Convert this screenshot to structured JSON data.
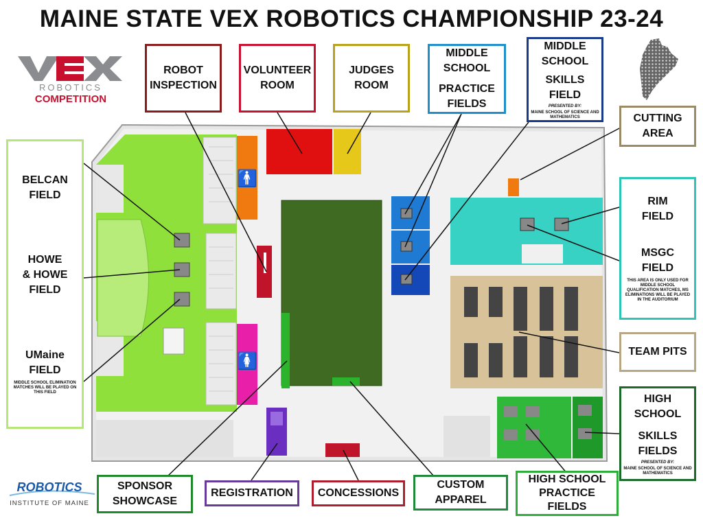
{
  "title": "MAINE STATE VEX ROBOTICS CHAMPIONSHIP 23-24",
  "logos": {
    "vex": {
      "wordmark": "VEX",
      "line1": "ROBOTICS",
      "line2": "COMPETITION"
    },
    "rim": {
      "line1": "ROBOTICS",
      "line2": "INSTITUTE OF MAINE"
    }
  },
  "labels": {
    "robot_inspection": [
      "ROBOT",
      "INSPECTION"
    ],
    "volunteer_room": [
      "VOLUNTEER",
      "ROOM"
    ],
    "judges_room": [
      "JUDGES",
      "ROOM"
    ],
    "ms_practice": [
      "MIDDLE",
      "SCHOOL",
      "PRACTICE",
      "FIELDS"
    ],
    "ms_skills": [
      "MIDDLE",
      "SCHOOL",
      "SKILLS",
      "FIELD"
    ],
    "ms_skills_presented": "PRESENTED BY:",
    "ms_skills_sponsor": "MAINE SCHOOL OF SCIENCE AND MATHEMATICS",
    "cutting_area": [
      "CUTTING",
      "AREA"
    ],
    "belcan": [
      "BELCAN",
      "FIELD"
    ],
    "howe": [
      "HOWE",
      "& HOWE",
      "FIELD"
    ],
    "umaine": [
      "UMaine",
      "FIELD"
    ],
    "umaine_note": "MIDDLE SCHOOL ELIMINATION MATCHES WILL BE PLAYED ON THIS FIELD",
    "rim_field": [
      "RIM",
      "FIELD"
    ],
    "msgc_field": [
      "MSGC",
      "FIELD"
    ],
    "msgc_note": "THIS AREA IS ONLY USED FOR MIDDLE SCHOOL QUALIFICATION MATCHES, MS ELIMINATIONS WILL BE PLAYED IN THE AUDITORIUM",
    "team_pits": "TEAM PITS",
    "hs_skills": [
      "HIGH",
      "SCHOOL",
      "SKILLS",
      "FIELDS"
    ],
    "hs_skills_presented": "PRESENTED BY:",
    "hs_skills_sponsor": "MAINE SCHOOL OF SCIENCE AND MATHEMATICS",
    "hs_practice": [
      "HIGH SCHOOL",
      "PRACTICE",
      "FIELDS"
    ],
    "sponsor_showcase": [
      "SPONSOR",
      "SHOWCASE"
    ],
    "registration": "REGISTRATION",
    "concessions": "CONCESSIONS",
    "custom_apparel": [
      "CUSTOM",
      "APPAREL"
    ]
  },
  "colors": {
    "robot_inspection": "#8b1a1a",
    "volunteer_room": "#c8102e",
    "judges_room": "#b8a21a",
    "ms_practice": "#1f8fc9",
    "ms_skills": "#1a3a8a",
    "cutting_area": "#9c8a66",
    "left_fields": "#b6e57a",
    "rim_msgc": "#2ec4b6",
    "team_pits": "#b8a785",
    "hs_skills": "#1a6b2a",
    "hs_practice": "#2fae3a",
    "sponsor_showcase": "#1f8a2a",
    "registration": "#6a3a9a",
    "concessions": "#b01e2e",
    "custom_apparel": "#1f8a3a",
    "auditorium": "#8fe03a",
    "gym_floor": "#355a1e",
    "team_pits_floor": "#d8c29a"
  }
}
